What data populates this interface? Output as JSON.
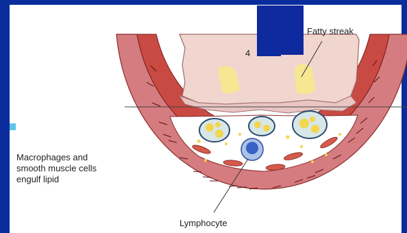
{
  "labels": {
    "fatty_streak": "Fatty streak",
    "step_number": "4",
    "macrophages": "Macrophages and\nsmooth muscle cells\nengulf lipid",
    "lymphocyte": "Lymphocyte"
  },
  "colors": {
    "frame_blue": "#0a2c9c",
    "accent_cyan": "#5cc6e6",
    "adventitia": "#d3737a",
    "media": "#c8453f",
    "intima_plaque": "#f3d6d2",
    "lipid_yellow": "#f3e37a"
  }
}
